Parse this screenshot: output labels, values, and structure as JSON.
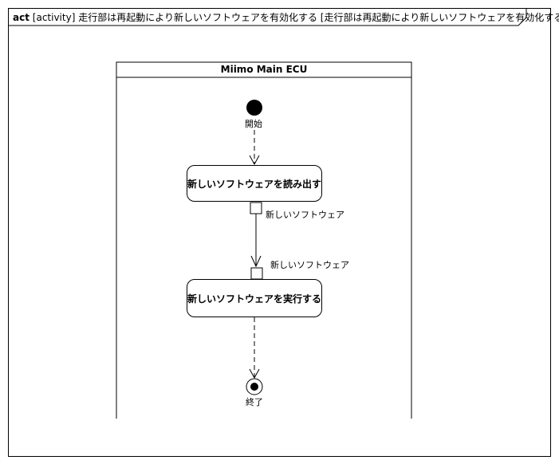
{
  "frame": {
    "keyword": "act",
    "name": "[activity] 走行部は再起動により新しいソフトウェアを有効化する [走行部は再起動により新しいソフトウェアを有効化する]"
  },
  "partition": {
    "name": "Miimo Main ECU"
  },
  "initial_node": {
    "label": "開始"
  },
  "actions": [
    {
      "label": "新しいソフトウェアを読み出す"
    },
    {
      "label": "新しいソフトウェアを実行する"
    }
  ],
  "pins": {
    "output": {
      "label": "新しいソフトウェア"
    },
    "input": {
      "label": "新しいソフトウェア"
    }
  },
  "final_node": {
    "label": "終了"
  }
}
